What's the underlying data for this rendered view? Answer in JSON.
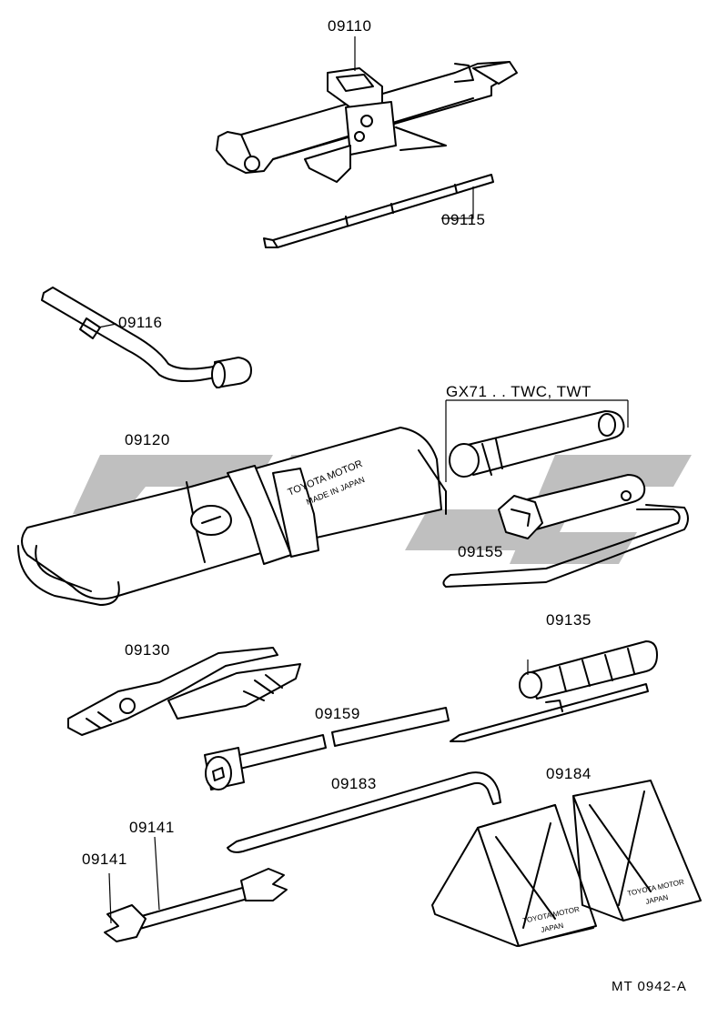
{
  "parts": {
    "jack": "09110",
    "jack_handle": "09115",
    "wheel_wrench": "09116",
    "tool_bag": "09120",
    "pliers": "09130",
    "screwdriver": "09135",
    "wrench_upper": "09141",
    "wrench_lower": "09141",
    "plug_wrench": "09155",
    "extension_bar": "09159",
    "tire_lever": "09183",
    "wheel_chocks": "09184"
  },
  "variant_note": "GX71 . . TWC, TWT",
  "tool_bag_print": [
    "TOYOTA MOTOR",
    "MADE IN JAPAN"
  ],
  "chock_print": [
    "TOYOTA MOTOR",
    "JAPAN"
  ],
  "figure_code": "MT  0942-A",
  "watermark_color": "#b4b4b4"
}
